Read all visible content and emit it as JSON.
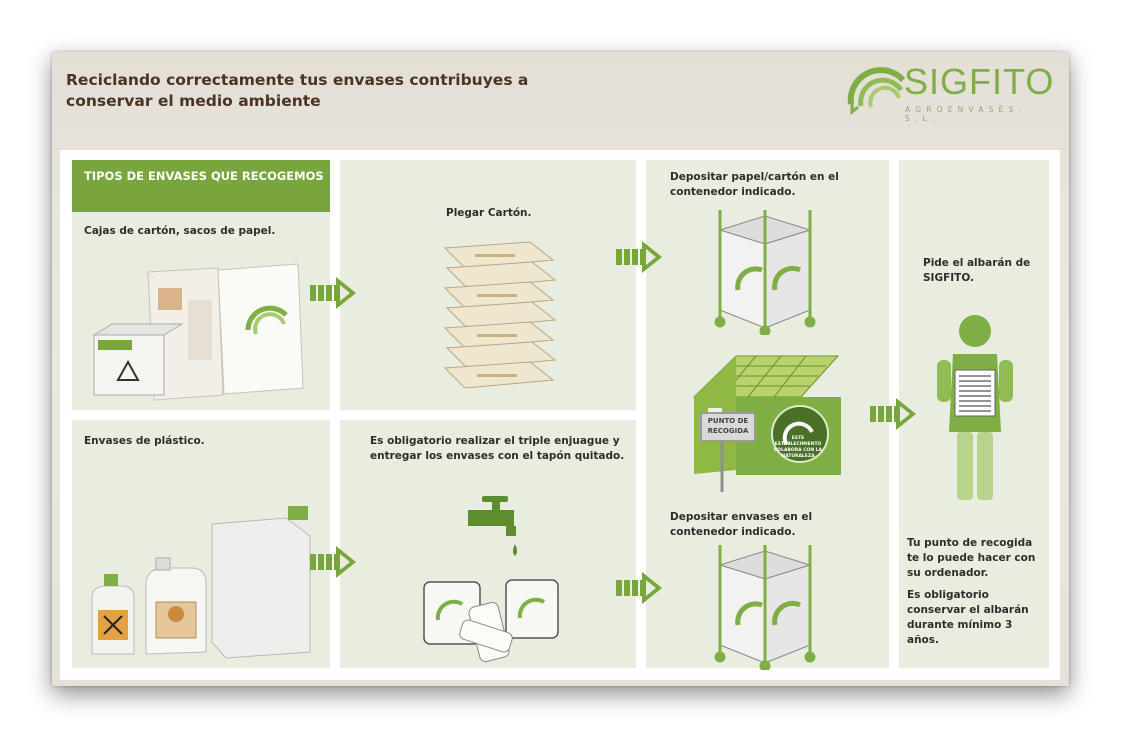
{
  "headline": "Reciclando correctamente tus envases contribuyes a conservar el medio ambiente",
  "logo": {
    "name": "SIGFITO",
    "subtitle": "AGROENVASES, S.L."
  },
  "panels": {
    "types_header": "TIPOS DE ENVASES QUE RECOGEMOS",
    "cardboard": "Cajas de cartón, sacos de papel.",
    "fold": "Plegar Cartón.",
    "deposit_paper": "Depositar papel/cartón en el contenedor indicado.",
    "plastic": "Envases de plástico.",
    "rinse": "Es obligatorio realizar el triple enjuague y entregar los envases con el tapón quitado.",
    "deposit_containers": "Depositar envases en el contenedor indicado.",
    "ask_receipt": "Pide el albarán de SIGFITO.",
    "online_note": "Tu punto de recogida te lo puede hacer con su ordenador.",
    "keep_note": "Es obligatorio conservar el albarán durante mínimo 3 años."
  },
  "collection_point": {
    "sign": "PUNTO DE RECOGIDA",
    "seal": "ESTE ESTABLECIMIENTO COLABORA CON LA NATURALEZA"
  },
  "colors": {
    "accent": "#79a63c",
    "panel": "#e8ede0",
    "headline": "#4a3424"
  },
  "icons": [
    "arrow-right-icon",
    "water-tap-icon",
    "container-bag-icon",
    "person-with-document-icon",
    "house-icon"
  ]
}
